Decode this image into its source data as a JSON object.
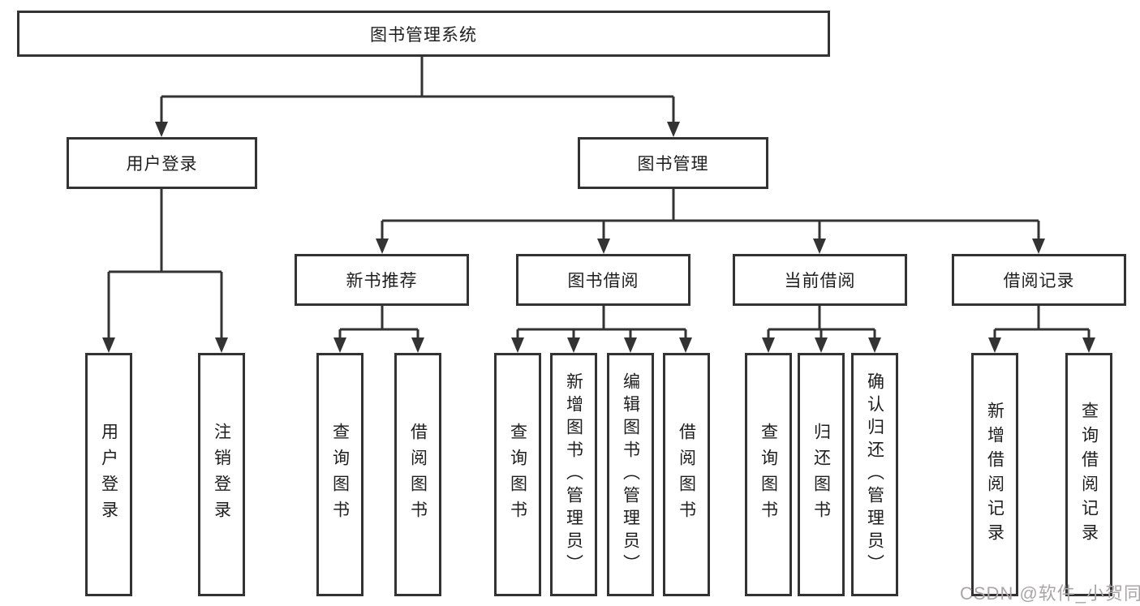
{
  "diagram": {
    "root": "图书管理系统",
    "level2": {
      "user_login": "用户登录",
      "book_management": "图书管理"
    },
    "level3": {
      "new_book_recommend": "新书推荐",
      "book_borrow": "图书借阅",
      "current_borrow": "当前借阅",
      "borrow_records": "借阅记录"
    },
    "leaves": {
      "user_login": "用户登录",
      "logout": "注销登录",
      "rec_query": "查询图书",
      "rec_borrow": "借阅图书",
      "bor_query": "查询图书",
      "bor_add": "新增图书（管理员）",
      "bor_edit": "编辑图书（管理员）",
      "bor_borrow": "借阅图书",
      "cur_query": "查询图书",
      "cur_return": "归还图书",
      "cur_confirm": "确认归还（管理员）",
      "recd_add": "新增借阅记录",
      "recd_query": "查询借阅记录"
    }
  },
  "watermark": {
    "text": "CSDN @软件_小贺同学"
  },
  "colors": {
    "line": "#333333",
    "text": "#1e1e1e",
    "watermark": "#aaa6a6",
    "background": "#ffffff"
  }
}
